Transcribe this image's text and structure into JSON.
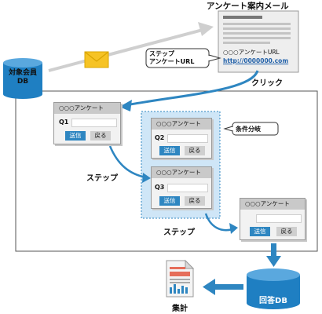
{
  "colors": {
    "accent": "#2e86c1",
    "db": "#1f7fc2",
    "arrow_gray": "#cfcfcf",
    "panel_border": "#555555"
  },
  "member_db": {
    "label_line1": "対象会員",
    "label_line2": "DB",
    "icon": "database-icon"
  },
  "email": {
    "title": "アンケート案内メール",
    "survey_url_label": "○○○アンケートURL",
    "url": "http://0000000.com",
    "icon": "envelope-icon"
  },
  "callout_step_url": {
    "line1": "ステップ",
    "line2": "アンケートURL"
  },
  "click_label": "クリック",
  "forms": [
    {
      "header": "○○○アンケート",
      "question": "Q1",
      "send": "送信",
      "back": "戻る"
    },
    {
      "header": "○○○アンケート",
      "question": "Q2",
      "send": "送信",
      "back": "戻る"
    },
    {
      "header": "○○○アンケート",
      "question": "Q3",
      "send": "送信",
      "back": "戻る"
    },
    {
      "header": "○○○アンケート",
      "send": "送信",
      "back": "戻る"
    }
  ],
  "branch_label": "条件分岐",
  "step_labels": [
    "ステップ",
    "ステップ"
  ],
  "answer_db": {
    "label": "回答DB",
    "icon": "database-icon"
  },
  "tally": {
    "label": "集計",
    "icon": "report-icon"
  }
}
